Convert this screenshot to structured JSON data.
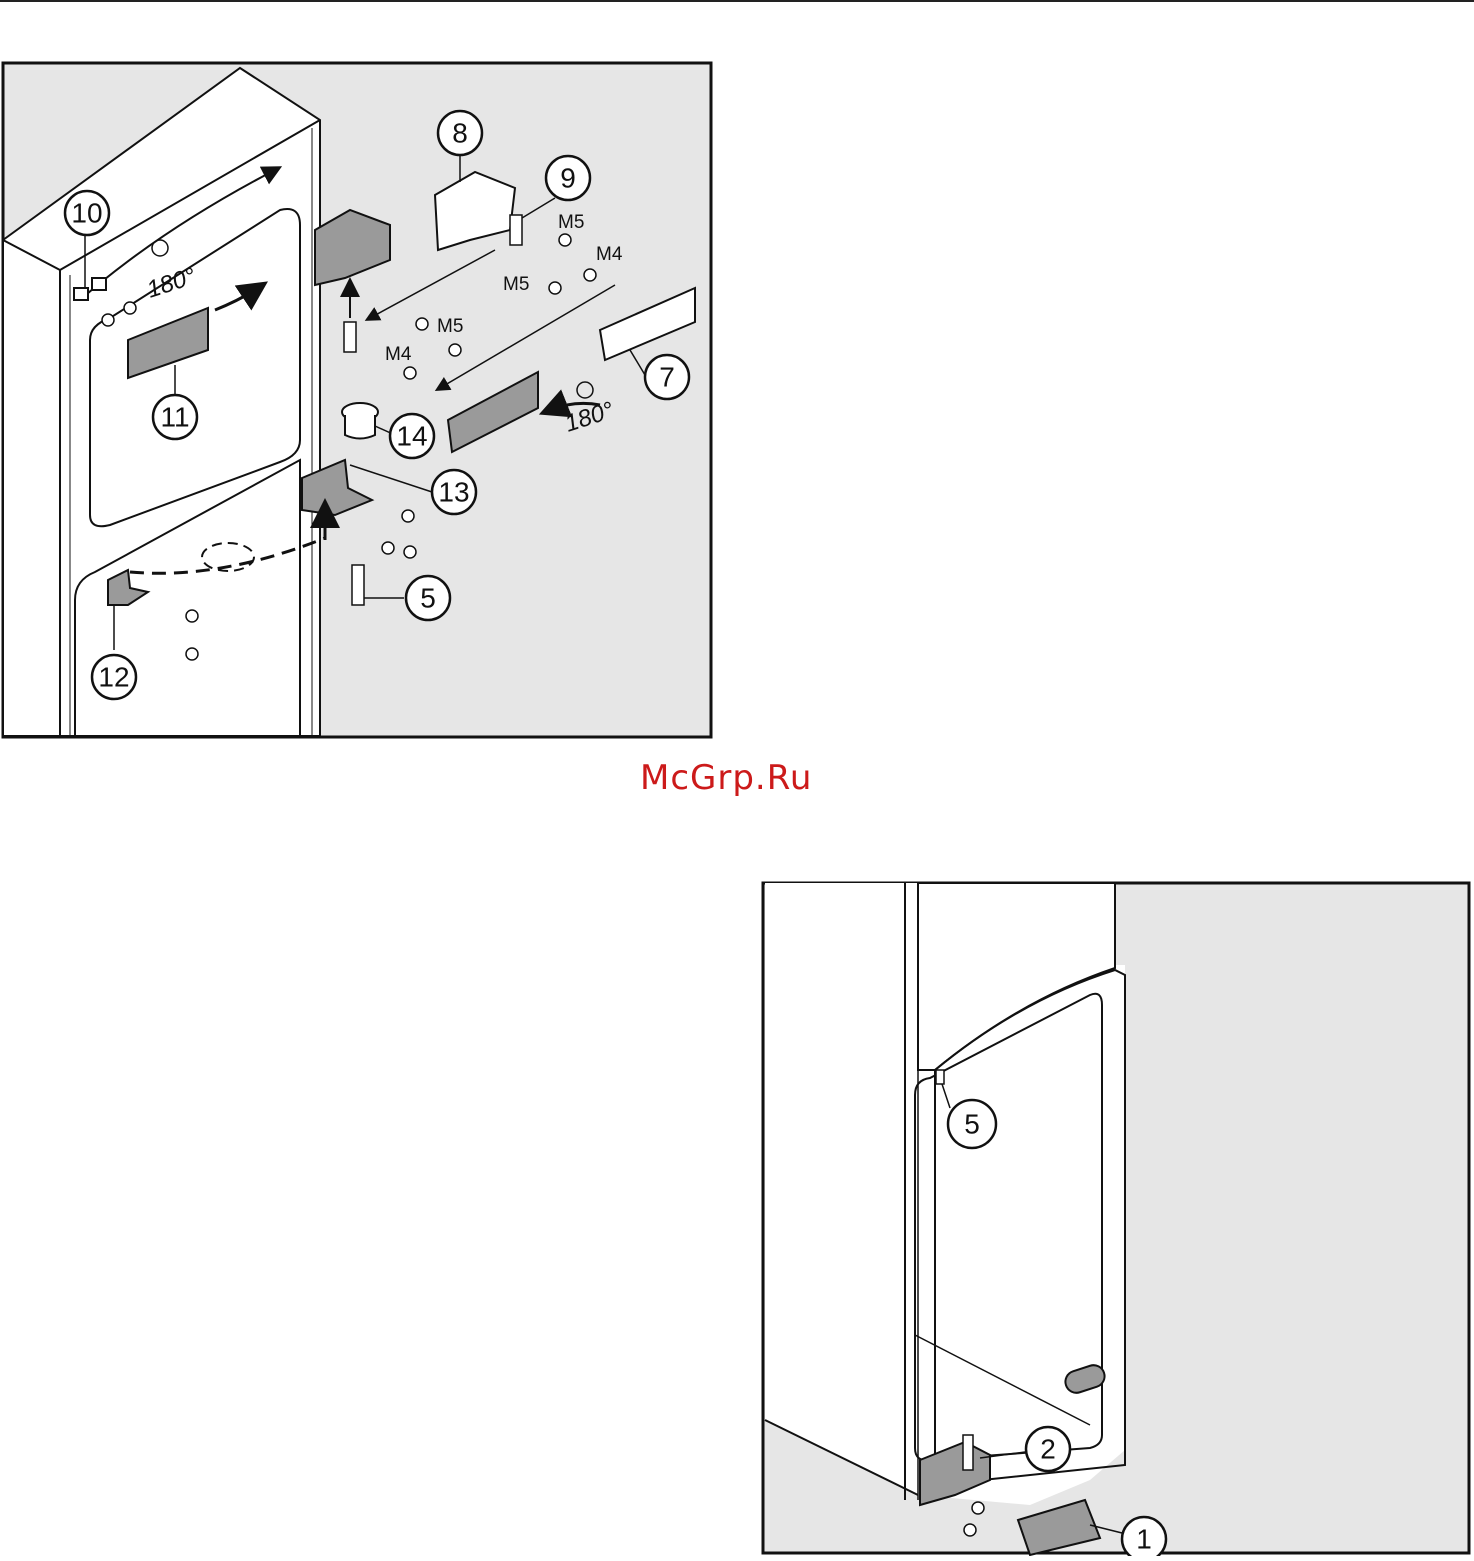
{
  "watermark": "McGrp.Ru",
  "figure1": {
    "callouts": [
      "10",
      "11",
      "8",
      "9",
      "7",
      "14",
      "13",
      "5",
      "12"
    ],
    "screw_labels": [
      "M5",
      "M4",
      "M5",
      "M5",
      "M4"
    ],
    "rotation_labels": [
      "180°",
      "180°"
    ]
  },
  "figure2": {
    "callouts": [
      "5",
      "2",
      "1"
    ]
  },
  "colors": {
    "panel_bg": "#e6e6e6",
    "part_fill": "#9a9a9a",
    "line": "#111111",
    "watermark": "#cc1a1a"
  }
}
